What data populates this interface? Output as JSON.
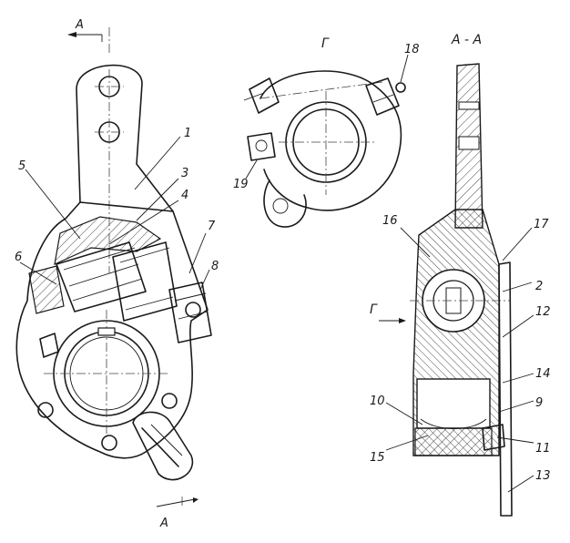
{
  "views": {
    "section_mark_top": "A",
    "section_mark_bottom": "A",
    "view_g_title": "Г",
    "section_aa_title": "А - А",
    "view_arrow_label": "Г"
  },
  "callouts": {
    "c1": "1",
    "c2": "2",
    "c3": "3",
    "c4": "4",
    "c5": "5",
    "c6": "6",
    "c7": "7",
    "c8": "8",
    "c9": "9",
    "c10": "10",
    "c11": "11",
    "c12": "12",
    "c13": "13",
    "c14": "14",
    "c15": "15",
    "c16": "16",
    "c17": "17",
    "c18": "18",
    "c19": "19"
  }
}
